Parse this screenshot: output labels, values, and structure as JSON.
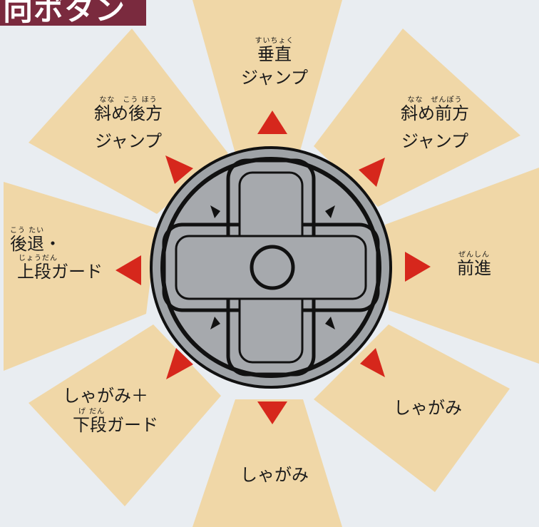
{
  "header": {
    "title": "向ボタン"
  },
  "colors": {
    "wedge": "#f0d7a7",
    "arrow": "#d6271c",
    "pad_outer": "#9fa3a7",
    "pad_face": "#a6a9ad",
    "pad_outline": "#111111",
    "title_bg": "#7a2a3e"
  },
  "directions": {
    "up": {
      "ruby": "すいちょく",
      "line1": "垂直",
      "line2": "ジャンプ"
    },
    "up_right": {
      "ruby": "なな　ぜんぽう",
      "line1": "斜め前方",
      "line2": "ジャンプ"
    },
    "right": {
      "ruby": "ぜんしん",
      "line1": "前進"
    },
    "down_right": {
      "line1": "しゃがみ"
    },
    "down": {
      "line1": "しゃがみ"
    },
    "down_left": {
      "line1": "しゃがみ＋",
      "ruby": "げ だん",
      "line2": "下段ガード"
    },
    "left": {
      "ruby1": "こう たい",
      "line1": "後退・",
      "ruby2": "じょうだん",
      "line2": "上段ガード"
    },
    "up_left": {
      "ruby": "なな　こう ほう",
      "line1": "斜め後方",
      "line2": "ジャンプ"
    }
  }
}
